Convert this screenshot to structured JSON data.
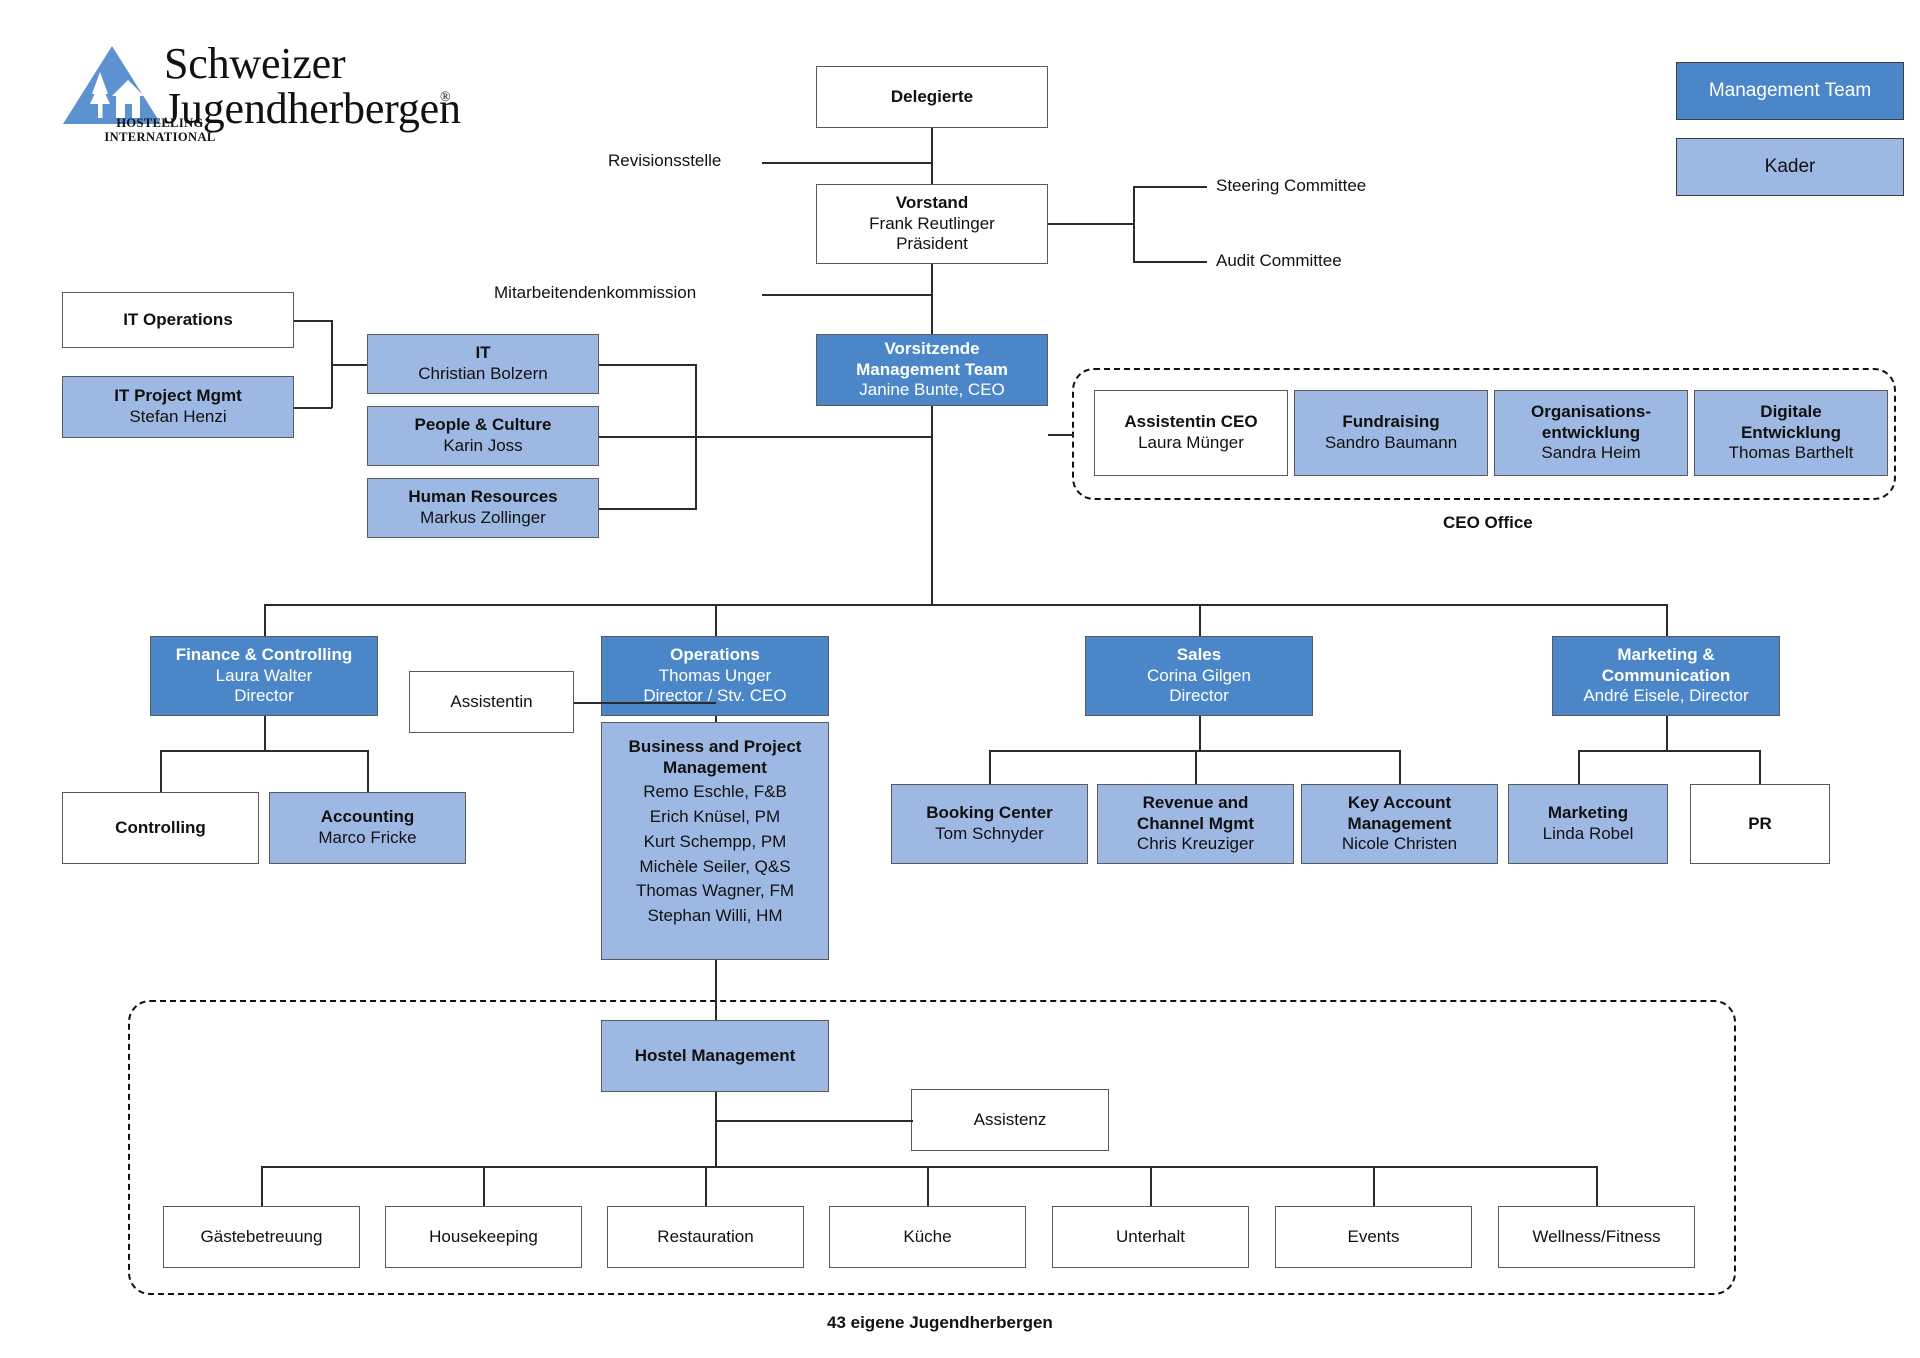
{
  "logo": {
    "line1": "Schweizer",
    "line2": "Jugendherbergen",
    "registered": "®",
    "hostelling": "HOSTELLING",
    "international": "INTERNATIONAL",
    "triangle_color": "#5b92cf"
  },
  "colors": {
    "management_team": "#4a86c8",
    "kader": "#9db9e3",
    "plain": "#ffffff",
    "line": "#2b2b2b",
    "border": "#5a5a5a"
  },
  "legend": {
    "management_team": "Management Team",
    "kader": "Kader"
  },
  "top": {
    "delegierte": "Delegierte",
    "revisionsstelle": "Revisionsstelle",
    "vorstand_title": "Vorstand",
    "vorstand_name": "Frank Reutlinger",
    "vorstand_role": "Präsident",
    "steering_committee": "Steering Committee",
    "audit_committee": "Audit Committee",
    "mitarbeitendenkommission": "Mitarbeitendenkommission",
    "ceo_title_line1": "Vorsitzende",
    "ceo_title_line2": "Management Team",
    "ceo_name": "Janine Bunte, CEO"
  },
  "it_cluster": {
    "it_operations": "IT Operations",
    "it_project_title": "IT Project Mgmt",
    "it_project_name": "Stefan Henzi",
    "it_title": "IT",
    "it_name": "Christian Bolzern",
    "people_title": "People & Culture",
    "people_name": "Karin Joss",
    "hr_title": "Human Resources",
    "hr_name": "Markus Zollinger"
  },
  "ceo_office": {
    "label": "CEO Office",
    "items": [
      {
        "title": "Assistentin CEO",
        "name": "Laura Münger",
        "style": "white"
      },
      {
        "title": "Fundraising",
        "name": "Sandro Baumann",
        "style": "kader"
      },
      {
        "title": "Organisations-\nentwicklung",
        "title_l1": "Organisations-",
        "title_l2": "entwicklung",
        "name": "Sandra Heim",
        "style": "kader"
      },
      {
        "title_l1": "Digitale",
        "title_l2": "Entwicklung",
        "name": "Thomas Barthelt",
        "style": "kader"
      }
    ]
  },
  "directors": {
    "finance": {
      "title": "Finance & Controlling",
      "name": "Laura Walter",
      "role": "Director"
    },
    "operations": {
      "title": "Operations",
      "name": "Thomas Unger",
      "role": "Director / Stv. CEO"
    },
    "sales": {
      "title": "Sales",
      "name": "Corina Gilgen",
      "role": "Director"
    },
    "marketing": {
      "title_l1": "Marketing &",
      "title_l2": "Communication",
      "name": "André Eisele, Director"
    }
  },
  "finance_children": {
    "controlling": "Controlling",
    "accounting_title": "Accounting",
    "accounting_name": "Marco Fricke"
  },
  "operations": {
    "assistentin": "Assistentin",
    "bpm_title_l1": "Business and Project",
    "bpm_title_l2": "Management",
    "bpm_people": [
      "Remo Eschle, F&B",
      "Erich Knüsel, PM",
      "Kurt Schempp, PM",
      "Michèle Seiler, Q&S",
      "Thomas Wagner, FM",
      "Stephan Willi, HM"
    ]
  },
  "sales_children": [
    {
      "title": "Booking Center",
      "name": "Tom Schnyder"
    },
    {
      "title_l1": "Revenue and",
      "title_l2": "Channel Mgmt",
      "name": "Chris Kreuziger"
    },
    {
      "title_l1": "Key Account",
      "title_l2": "Management",
      "name": "Nicole Christen"
    }
  ],
  "marketing_children": [
    {
      "title": "Marketing",
      "name": "Linda Robel",
      "style": "kader"
    },
    {
      "title": "PR",
      "name": "",
      "style": "white"
    }
  ],
  "hostel": {
    "management": "Hostel Management",
    "assistenz": "Assistenz",
    "footer": "43 eigene Jugendherbergen",
    "departments": [
      "Gästebetreuung",
      "Housekeeping",
      "Restauration",
      "Küche",
      "Unterhalt",
      "Events",
      "Wellness/Fitness"
    ]
  }
}
